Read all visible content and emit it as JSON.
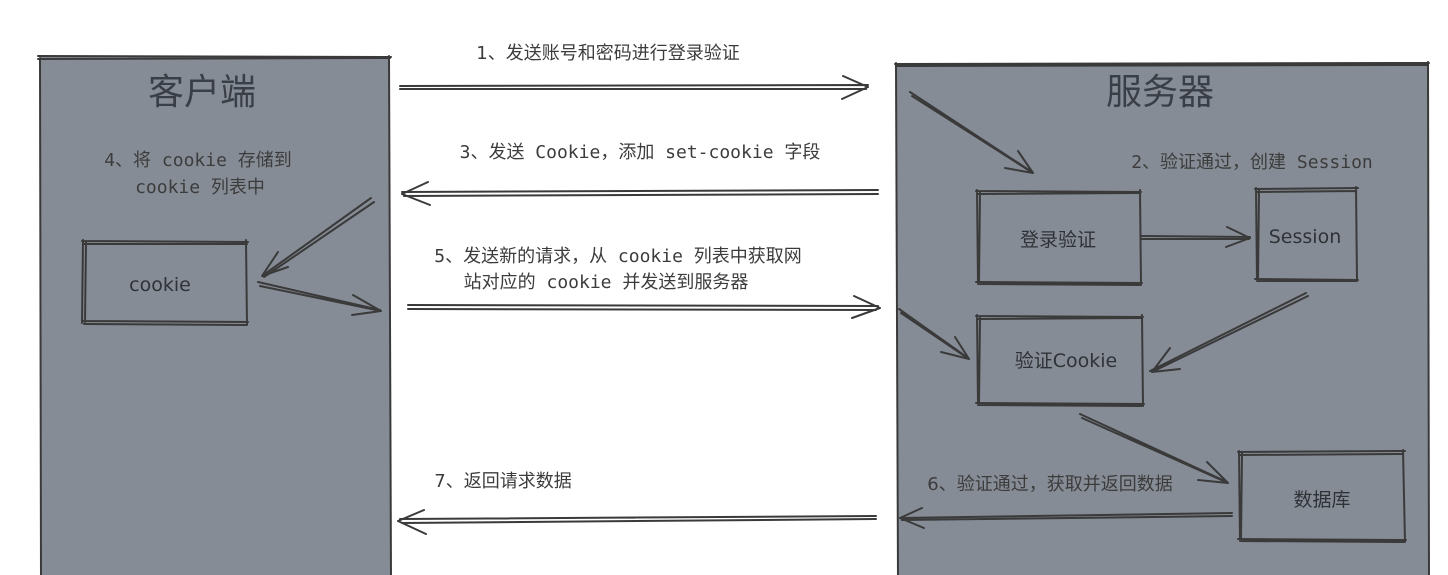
{
  "client": {
    "title": "客户端",
    "note_line1": "4、将 cookie 存储到",
    "note_line2": "cookie 列表中",
    "cookie_box": "cookie"
  },
  "server": {
    "title": "服务器",
    "note_session": "2、验证通过，创建 Session",
    "login_box": "登录验证",
    "session_box": "Session",
    "verify_box": "验证Cookie",
    "db_box": "数据库",
    "note_return": "6、验证通过，获取并返回数据"
  },
  "messages": {
    "step1": "1、发送账号和密码进行登录验证",
    "step3": "3、发送 Cookie，添加 set-cookie 字段",
    "step5_line1": "5、发送新的请求，从 cookie 列表中获取网",
    "step5_line2": "站对应的 cookie 并发送到服务器",
    "step7": "7、返回请求数据"
  },
  "colors": {
    "panel": "#868c96",
    "stroke": "#3a3a3a",
    "background": "#ffffff"
  }
}
